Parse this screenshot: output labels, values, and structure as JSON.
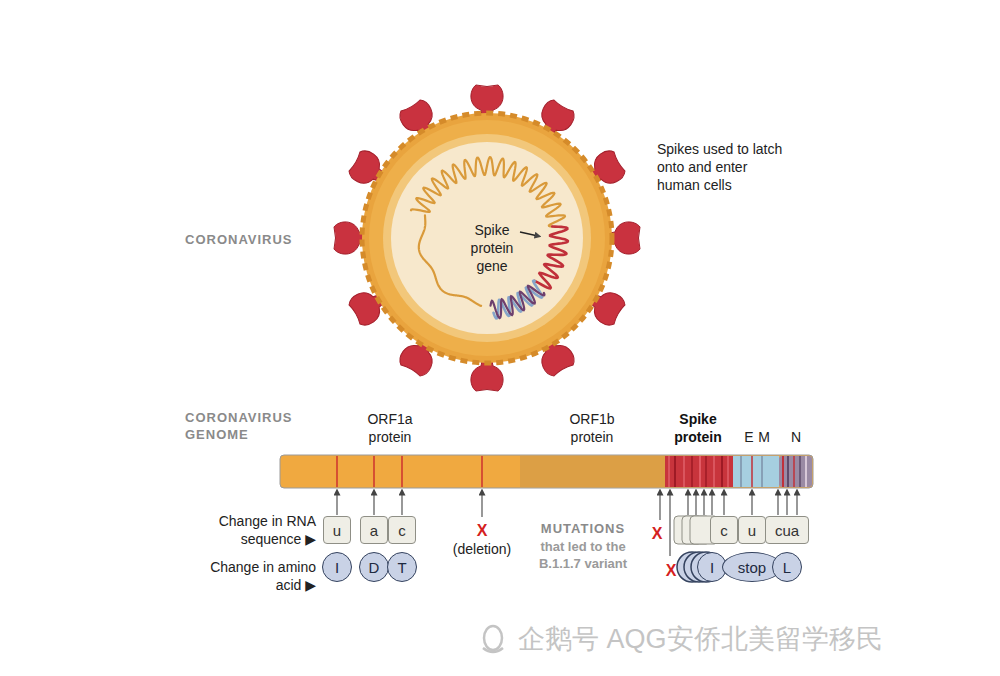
{
  "diagram": {
    "nodes": [
      {
        "text": [
          "u"
        ]
      },
      {
        "text": [
          "a"
        ]
      },
      {
        "text": [
          "c"
        ]
      },
      {
        "text": [
          "I"
        ]
      },
      {
        "text": [
          "D"
        ]
      },
      {
        "text": [
          "T"
        ]
      },
      {
        "text": [
          "c"
        ]
      },
      {
        "text": [
          "u"
        ]
      },
      {
        "text": [
          "cua"
        ]
      },
      {
        "text": [
          "I"
        ]
      },
      {
        "text": [
          "stop"
        ]
      },
      {
        "text": [
          "L"
        ]
      }
    ],
    "labels": [
      "CORONAVIRUS",
      "Spikes used to latch onto and enter human cells",
      "Spike protein gene",
      "CORONAVIRUS GENOME",
      "ORF1a protein",
      "ORF1b protein",
      "Spike protein",
      "E",
      "M",
      "N",
      "Change in RNA sequence ▶",
      "Change in amino acid ▶",
      "X",
      "(deletion)",
      "MUTATIONS",
      "that led to the B.1.1.7 variant",
      "X",
      "X",
      "企鹅号 AQG安侨北美留学移民"
    ]
  }
}
